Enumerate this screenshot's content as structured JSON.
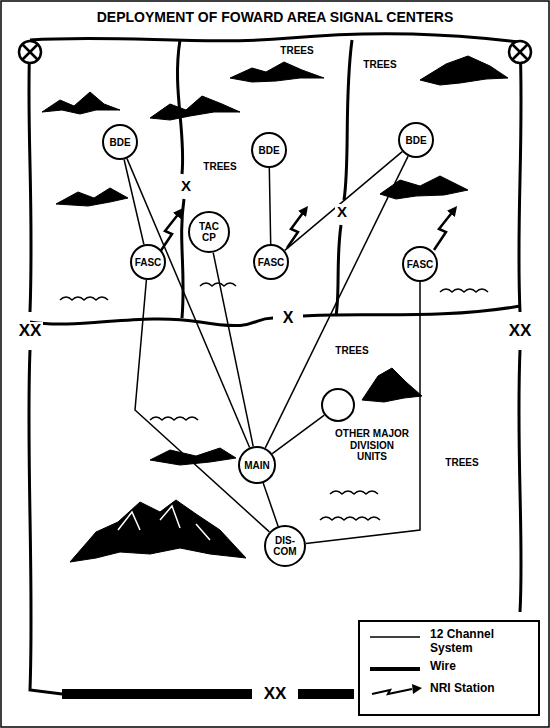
{
  "diagram": {
    "title": "DEPLOYMENT OF FOWARD AREA SIGNAL CENTERS",
    "nodes": [
      {
        "text": [
          "BDE"
        ]
      },
      {
        "text": [
          "BDE"
        ]
      },
      {
        "text": [
          "BDE"
        ]
      },
      {
        "text": [
          "TAC CP"
        ]
      },
      {
        "text": [
          "FASC"
        ]
      },
      {
        "text": [
          "FASC"
        ]
      },
      {
        "text": [
          "FASC"
        ]
      },
      {
        "text": [
          "OTHER MAJOR DIVISION UNITS"
        ]
      },
      {
        "text": [
          "MAIN"
        ]
      },
      {
        "text": [
          "DIS- COM"
        ]
      }
    ],
    "edges": [
      {
        "from": 0,
        "to": 4,
        "arrow": "none"
      },
      {
        "from": 0,
        "to": 8,
        "arrow": "none"
      },
      {
        "from": 1,
        "to": 5,
        "arrow": "none"
      },
      {
        "from": 2,
        "to": 5,
        "arrow": "none"
      },
      {
        "from": 2,
        "to": 8,
        "arrow": "none"
      },
      {
        "from": 3,
        "to": 8,
        "arrow": "none"
      },
      {
        "from": 4,
        "to": 9,
        "arrow": "none"
      },
      {
        "from": 6,
        "to": 9,
        "arrow": "none"
      },
      {
        "from": 7,
        "to": 8,
        "arrow": "none"
      },
      {
        "from": 8,
        "to": 9,
        "arrow": "none"
      }
    ],
    "labels": [
      "TREES",
      "TREES",
      "TREES",
      "TREES",
      "TREES",
      "X",
      "X",
      "X",
      "XX",
      "XX",
      "XX"
    ],
    "legend": [
      {
        "text": "12 Channel System"
      },
      {
        "text": "Wire"
      },
      {
        "text": "NRI Station"
      }
    ]
  }
}
